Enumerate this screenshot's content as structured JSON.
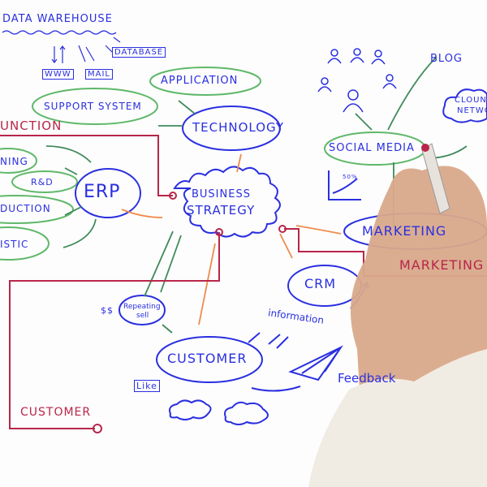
{
  "labels": {
    "data_warehouse": "DATA WAREHOUSE",
    "database": "DATABASE",
    "www": "WWW",
    "mail": "MAIL",
    "application": "APPLICATION",
    "support_system": "SUPPORT SYSTEM",
    "technology": "TECHNOLOGY",
    "function": "UNCTION",
    "planning": "NING",
    "rnd": "R&D",
    "production": "DUCTION",
    "logistic": "ISTIC",
    "erp": "ERP",
    "business": "BUSINESS",
    "strategy": "STRATEGY",
    "blog": "BLOG",
    "cloud_network_1": "CLOUN",
    "cloud_network_2": "NETWO",
    "social_media": "SOCIAL MEDIA",
    "chart_label": "50%",
    "marketing": "MARKETING",
    "marketing_red": "MARKETING",
    "crm": "CRM",
    "dollars": "$$",
    "repeating": "Repeating",
    "sell": "sell",
    "information": "information",
    "customer": "CUSTOMER",
    "like": "Like",
    "feedback": "Feedback",
    "customer_red": "CUSTOMER"
  },
  "colors": {
    "ink_blue": "#2a2fe0",
    "ink_green": "#5fb86a",
    "ink_dark_green": "#3f8a5a",
    "ink_red": "#b8264a",
    "ink_orange": "#f08a4b",
    "skin": "#d9a98a",
    "sleeve": "#f1ece3"
  }
}
